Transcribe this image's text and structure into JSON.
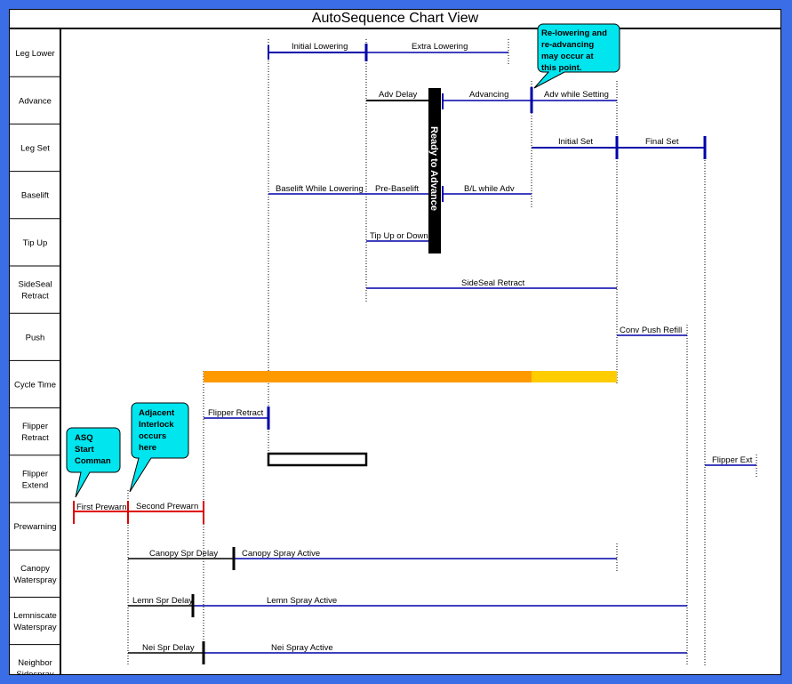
{
  "title": "AutoSequence Chart View",
  "rows": [
    [
      "Leg Lower"
    ],
    [
      "Advance"
    ],
    [
      "Leg Set"
    ],
    [
      "Baselift"
    ],
    [
      "Tip Up"
    ],
    [
      "SideSeal",
      "Retract"
    ],
    [
      "Push"
    ],
    [
      "Cycle Time"
    ],
    [
      "Flipper",
      "Retract"
    ],
    [
      "Flipper",
      "Extend"
    ],
    [
      "Prewarning"
    ],
    [
      "Canopy",
      "Waterspray"
    ],
    [
      "Lemniscate",
      "Waterspray"
    ],
    [
      "Neighbor",
      "Sidespray"
    ]
  ],
  "segment_labels": {
    "initial_lowering": "Initial Lowering",
    "extra_lowering": "Extra Lowering",
    "adv_delay": "Adv Delay",
    "advancing": "Advancing",
    "adv_while_setting": "Adv while Setting",
    "initial_set": "Initial Set",
    "final_set": "Final Set",
    "baselift_while_lowering": "Baselift While Lowering",
    "pre_baselift": "Pre-Baselift",
    "bl_while_adv": "B/L while Adv",
    "tip_up_or_down": "Tip Up or Down",
    "sideseal_retract": "SideSeal Retract",
    "conv_push_refill": "Conv Push Refill",
    "flipper_retract": "Flipper Retract",
    "flipper_ext": "Flipper Ext",
    "first_prewarn": "First Prewarn",
    "second_prewarn": "Second Prewarn",
    "canopy_spr_delay": "Canopy Spr Delay",
    "canopy_spray_active": "Canopy Spray Active",
    "lemn_spr_delay": "Lemn Spr Delay",
    "lemn_spray_active": "Lemn Spray Active",
    "nei_spr_delay": "Nei Spr Delay",
    "nei_spray_active": "Nei Spray Active"
  },
  "ready_to_advance": "Ready to Advance",
  "callouts": {
    "asq": [
      "ASQ",
      "Start",
      "Comman"
    ],
    "adjacent": [
      "Adjacent",
      "Interlock",
      "occurs",
      "here"
    ],
    "relowering": [
      "Re-lowering and",
      "re-advancing",
      "may occur at",
      "this point."
    ]
  },
  "colors": {
    "frame_blue": "#3b6ee6",
    "segment_blue": "#0000aa",
    "prewarn_red": "#dd0000",
    "cycle_orange": "#ff9900",
    "cycle_yellow": "#ffcc00",
    "callout_cyan": "#00e5ee"
  }
}
